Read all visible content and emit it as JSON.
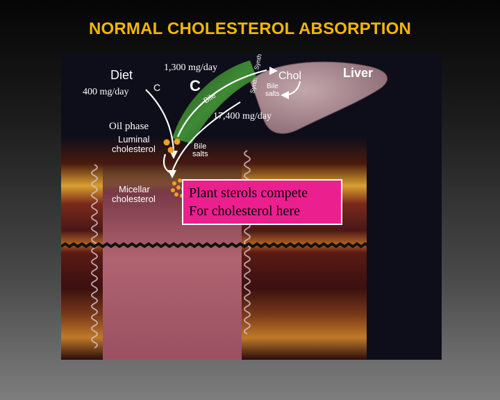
{
  "title": "NORMAL CHOLESTEROL ABSORPTION",
  "labels": {
    "diet": "Diet",
    "diet_c": "C",
    "big_c": "C",
    "chol": "Chol",
    "liver": "Liver",
    "bile_arc": "Bile",
    "bile_salts_liver": [
      "Bile",
      "salts"
    ],
    "luminal_cholesterol": [
      "Luminal",
      "cholesterol"
    ],
    "bile_salts_lumen": [
      "Bile",
      "salts"
    ],
    "micellar_cholesterol": [
      "Micellar",
      "cholesterol"
    ],
    "synth": "Synth"
  },
  "annotations": {
    "bile_flow": "1,300 mg/day",
    "diet_intake": "400 mg/day",
    "bile_salt_flow": "17,400 mg/day",
    "oil_phase": "Oil phase"
  },
  "callout": {
    "line1": "Plant sterols compete",
    "line2": "For cholesterol here"
  },
  "colors": {
    "title": "#f2b705",
    "diagram_bg": "#0e0e1a",
    "bile_band": "#2f7a2a",
    "liver": "#a98a92",
    "cholesterol_dots": "#f0a020",
    "callout_bg": "#ec1f8f"
  }
}
